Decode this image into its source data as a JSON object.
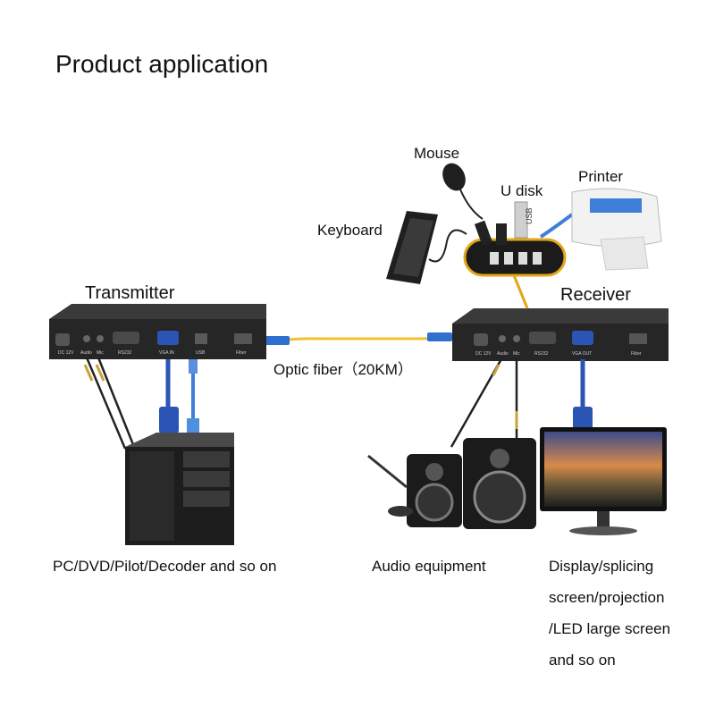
{
  "title": "Product application",
  "labels": {
    "transmitter": "Transmitter",
    "receiver": "Receiver",
    "optic_fiber": "Optic fiber（20KM）",
    "mouse": "Mouse",
    "u_disk": "U disk",
    "printer": "Printer",
    "keyboard": "Keyboard",
    "pc": "PC/DVD/Pilot/Decoder and so on",
    "audio": "Audio equipment",
    "display_line1": "Display/splicing",
    "display_line2": "screen/projection",
    "display_line3": "/LED large screen",
    "display_line4": "and so on"
  },
  "transmitter_ports": [
    "DC 12V",
    "Audio",
    "Mic",
    "RS232",
    "VGA IN",
    "USB",
    "Fiber"
  ],
  "receiver_ports": [
    "DC 12V",
    "Audio",
    "Mic",
    "RS232",
    "VGA OUT",
    "Fiber"
  ],
  "usb_stick_text": "USB",
  "colors": {
    "device": "#2b2b2b",
    "fiber": "#f2c230",
    "vga": "#2a55b5",
    "hub_ring": "#e3a51a"
  }
}
